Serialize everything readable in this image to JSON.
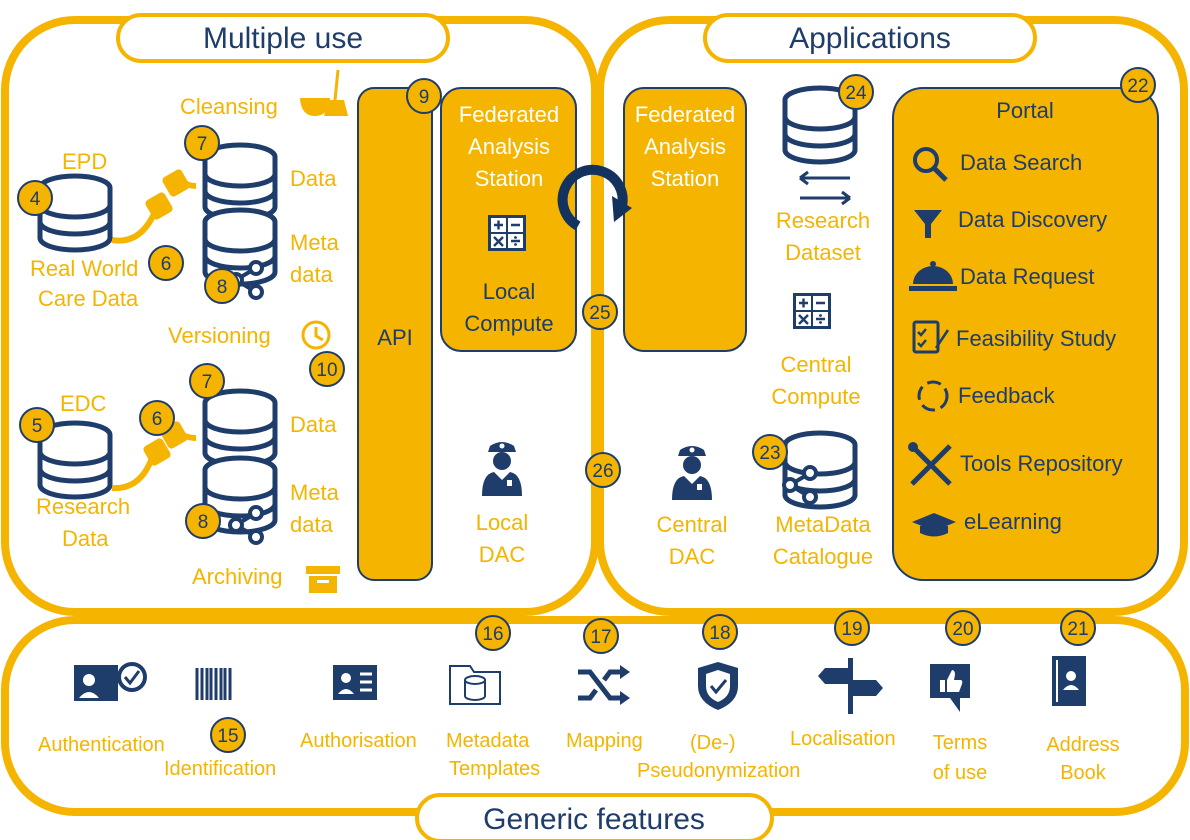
{
  "colors": {
    "yellow": "#f5b400",
    "navy": "#1f3d6b",
    "white": "#ffffff"
  },
  "sections": {
    "multiple_use": "Multiple use",
    "applications": "Applications",
    "generic_features": "Generic features"
  },
  "multiple_use": {
    "cleansing": "Cleansing",
    "epd": "EPD",
    "rwcd_1": "Real World",
    "rwcd_2": "Care Data",
    "data": "Data",
    "meta_1": "Meta",
    "meta_2": "data",
    "versioning": "Versioning",
    "edc": "EDC",
    "research_1": "Research",
    "research_2": "Data",
    "data_b": "Data",
    "meta_b1": "Meta",
    "meta_b2": "data",
    "archiving": "Archiving",
    "api": "API",
    "fas_1": "Federated",
    "fas_2": "Analysis",
    "fas_3": "Station",
    "local_compute_1": "Local",
    "local_compute_2": "Compute",
    "local_dac_1": "Local",
    "local_dac_2": "DAC"
  },
  "applications": {
    "fas_1": "Federated",
    "fas_2": "Analysis",
    "fas_3": "Station",
    "research_dataset_1": "Research",
    "research_dataset_2": "Dataset",
    "central_compute_1": "Central",
    "central_compute_2": "Compute",
    "central_dac_1": "Central",
    "central_dac_2": "DAC",
    "metadata_catalogue_1": "MetaData",
    "metadata_catalogue_2": "Catalogue",
    "portal": {
      "title": "Portal",
      "items": [
        "Data Search",
        "Data Discovery",
        "Data Request",
        "Feasibility Study",
        "Feedback",
        "Tools Repository",
        "eLearning"
      ]
    }
  },
  "generic": {
    "authentication": "Authentication",
    "identification": "Identification",
    "authorisation": "Authorisation",
    "metadata_templates_1": "Metadata",
    "metadata_templates_2": "Templates",
    "mapping": "Mapping",
    "pseudo_1": "(De-)",
    "pseudo_2": "Pseudonymization",
    "localisation": "Localisation",
    "terms_1": "Terms",
    "terms_2": "of use",
    "address_1": "Address",
    "address_2": "Book"
  },
  "badges": {
    "b4": "4",
    "b5": "5",
    "b6a": "6",
    "b6b": "6",
    "b7a": "7",
    "b7b": "7",
    "b8a": "8",
    "b8b": "8",
    "b9": "9",
    "b10": "10",
    "b15": "15",
    "b16": "16",
    "b17": "17",
    "b18": "18",
    "b19": "19",
    "b20": "20",
    "b21": "21",
    "b22": "22",
    "b23": "23",
    "b24": "24",
    "b25": "25",
    "b26": "26"
  }
}
